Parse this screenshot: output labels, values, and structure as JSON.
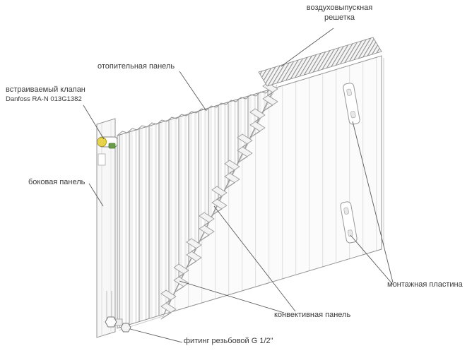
{
  "labels": {
    "air_grille_line1": "воздуховыпускная",
    "air_grille_line2": "решетка",
    "heating_panel": "отопительная панель",
    "valve_line1": "встраиваемый клапан",
    "valve_line2": "Danfoss RA-N 013G1382",
    "side_panel": "боковая панель",
    "mounting_plate": "монтажная пластина",
    "convective_panel": "конвективная панель",
    "fitting": "фитинг резьбовой G 1/2\""
  },
  "colors": {
    "background": "#ffffff",
    "label_text": "#3a3a3a",
    "leader_line": "#5a5a5a",
    "panel_outline": "#949494",
    "valve_cap_yellow": "#e8d44a",
    "valve_body_green": "#6a9a4a"
  }
}
